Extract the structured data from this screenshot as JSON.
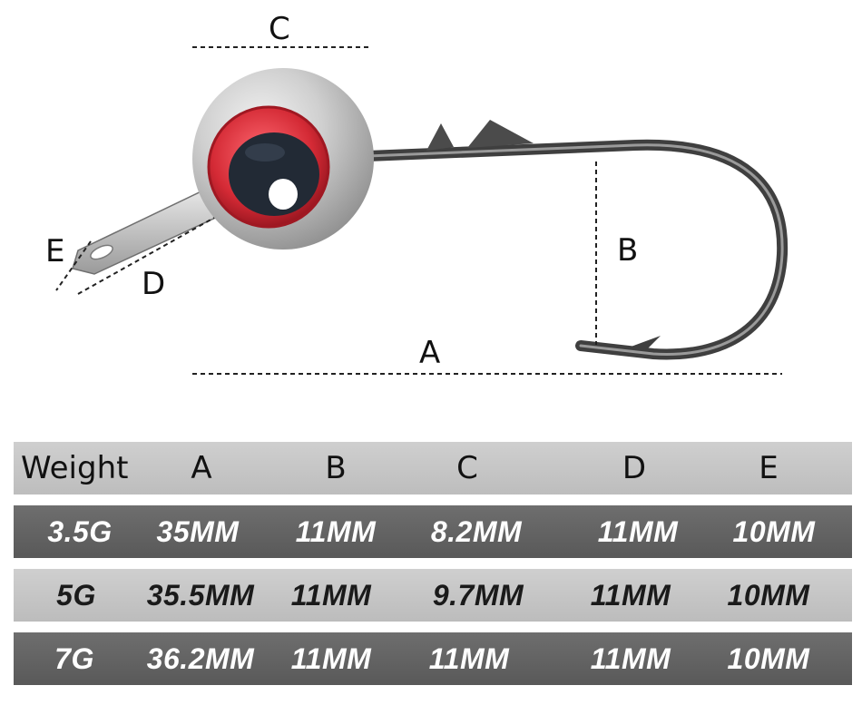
{
  "diagram": {
    "labels": {
      "a": "A",
      "b": "B",
      "c": "C",
      "d": "D",
      "e": "E"
    },
    "colors": {
      "head": "#c9c9c9",
      "eye_ring": "#d42a35",
      "pupil": "#222a35",
      "hook_wire": "#3f3f3f"
    }
  },
  "table": {
    "headers": [
      "Weight",
      "A",
      "B",
      "C",
      "D",
      "E"
    ],
    "rows": [
      [
        "3.5G",
        "35MM",
        "11MM",
        "8.2MM",
        "11MM",
        "10MM"
      ],
      [
        "5G",
        "35.5MM",
        "11MM",
        "9.7MM",
        "11MM",
        "10MM"
      ],
      [
        "7G",
        "36.2MM",
        "11MM",
        "11MM",
        "11MM",
        "10MM"
      ]
    ],
    "colors": {
      "header_bg": "#c6c6c6",
      "dark_row_bg": "#636363",
      "light_row_bg": "#c5c5c5"
    }
  }
}
